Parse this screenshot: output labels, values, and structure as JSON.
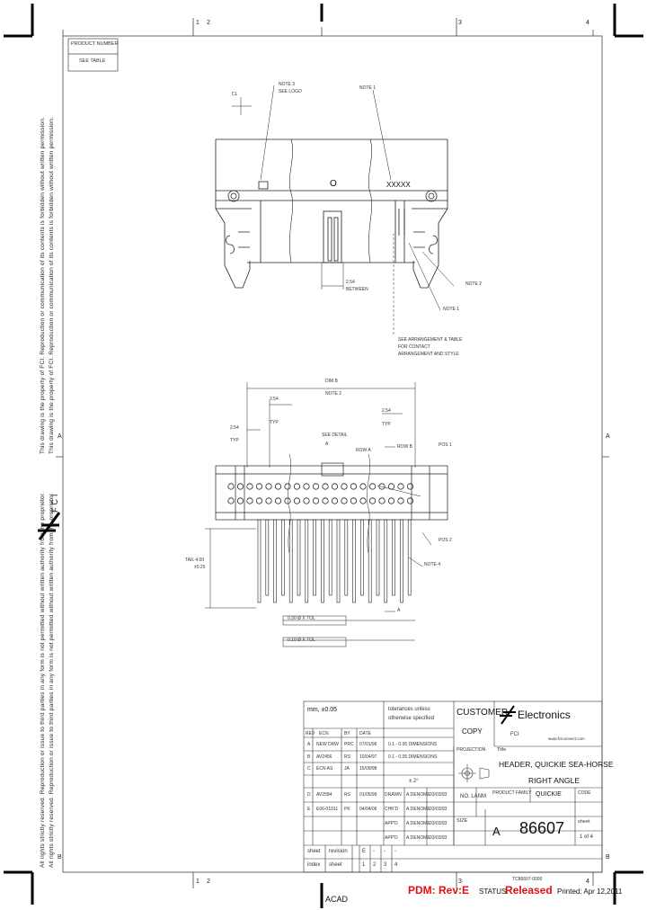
{
  "border": {
    "zone_top": [
      "1",
      "2",
      "3",
      "4"
    ],
    "zone_bottom": [
      "1",
      "2",
      "3",
      "4"
    ],
    "zone_side": [
      "A",
      "B"
    ]
  },
  "corner_box": {
    "product_number_label": "PRODUCT NUMBER",
    "product_number_value": "SEE TABLE"
  },
  "side_notices": {
    "proprietary": "This drawing is the property of FCI. Reproduction or communication of its contents is forbidden without written permission.",
    "rights": "All rights strictly reserved. Reproduction or issue to third parties in any form is not permitted without written authority from the proprietor.",
    "brand": "FCI"
  },
  "top_view": {
    "centerline": "CL",
    "note_see_logo": [
      "NOTE 3",
      "SEE LOGO"
    ],
    "note_top_right": "NOTE 1",
    "polarization_mark": "O",
    "part_marking": "XXXXX",
    "dim_bottom": [
      "2.54",
      "BETWEEN"
    ],
    "note_lower_a": "NOTE 2",
    "note_lower_b": "NOTE 1",
    "arrangement_note": [
      "SEE ARRANGEMENT & TABLE",
      "FOR CONTACT",
      "ARRANGEMENT AND STYLE"
    ]
  },
  "side_view": {
    "dim_b": [
      "DIM B",
      "NOTE 2"
    ],
    "dim_pitch": [
      "2.54",
      "TYP"
    ],
    "dim_left": [
      "2.54",
      "TYP"
    ],
    "dim_right": [
      "2.54",
      "TYP"
    ],
    "see_detail": [
      "SEE DETAIL",
      "A"
    ],
    "row_a": "ROW A",
    "row_b": "ROW B",
    "pos_1": "POS 1",
    "pos_2": "POS 2",
    "note_4": "NOTE 4",
    "tail_dim": [
      "TAIL 4.00",
      "±0.25"
    ],
    "tol_1": "0.30 Ø X TOL",
    "tol_2": "0.10 Ø X TOL",
    "arrow_a": "A"
  },
  "title_block": {
    "units": "mm, ±0.05",
    "tolerance_line1": "tolerances unless",
    "tolerance_line2": "otherwise specified",
    "customer_copy": [
      "CUSTOMER",
      "COPY"
    ],
    "company": "Electronics",
    "logo_text": "FCI",
    "fci_url": "www.fciconnect.com",
    "rev_headers": [
      "REV",
      "ECN",
      "BY",
      "DATE"
    ],
    "rev_rows": [
      {
        "rev": "A",
        "ecn": "NEW DRW",
        "by": "PRC",
        "date": "07/01/96"
      },
      {
        "rev": "B",
        "ecn": "AV2456",
        "by": "RS",
        "date": "10/04/97"
      },
      {
        "rev": "C",
        "ecn": "ECN AS",
        "by": "JA",
        "date": "15/09/98"
      },
      {
        "rev": "D",
        "ecn": "AV2584",
        "by": "RS",
        "date": "01/05/99"
      },
      {
        "rev": "E",
        "ecn": "E06-01011",
        "by": "PK",
        "date": "04/04/06"
      }
    ],
    "dimension_rows": [
      "0.1 - 0.05 DIMENSIONS",
      "0.1 - 0.05 DIMENSIONS",
      "± 2°"
    ],
    "projection": "PROJECTION",
    "title_label": "Title",
    "title_lines": [
      "HEADER, QUICKIE SEA-HORSE",
      "RIGHT ANGLE"
    ],
    "no_label": "NO. LANM",
    "product_family_label": "PRODUCT FAMILY",
    "product_family_value": "QUICKIE",
    "drawn_label": "DRAWN",
    "drawn_by": "A.DENOME",
    "drawn_date": "03/03/93",
    "checked_label": "CHK'D",
    "checked_by": "A.DENOME",
    "checked_date": "03/03/93",
    "appd_label": "APP'D",
    "appd_by": "A.DENOME",
    "appd_date": "03/03/93",
    "size_label": "SIZE",
    "size_value": "A",
    "drawing_number": "86607",
    "sheet_label": "sheet",
    "sheet_value": "1 of 4",
    "code_label": "CODE",
    "sheet_index": {
      "sheet_label": "sheet",
      "index_label": "index",
      "sheet_row": [
        "1",
        "2",
        "3",
        "4"
      ],
      "revision_label": "revision",
      "revision_row": [
        "E",
        "-",
        "-",
        "-"
      ]
    }
  },
  "footer": {
    "acad": "ACAD",
    "pdm": "PDM: Rev:E",
    "status_label": "STATUS:",
    "status_value": "Released",
    "printed": "Printed: Apr 12,2011",
    "file_code": "TC86607-0000"
  }
}
